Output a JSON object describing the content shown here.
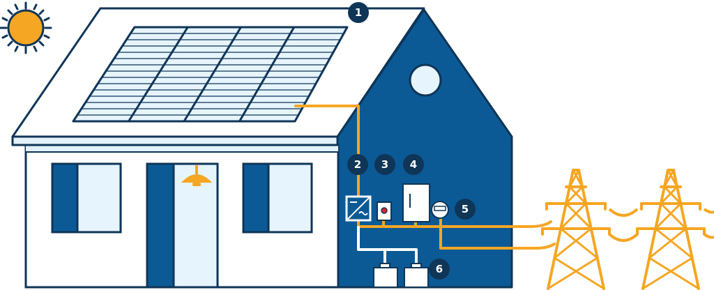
{
  "colors": {
    "navy": "#0f3557",
    "house_blue": "#0b5a96",
    "wall_light": "#e3f1fb",
    "window_light": "#e6f4fd",
    "wire_orange": "#f5a623",
    "sun_orange": "#f5a623",
    "white": "#ffffff"
  },
  "icons": {
    "sun": "sun-icon",
    "lamp": "lamp-icon",
    "inverter": "inverter-icon",
    "meter": "meter-icon",
    "pylon": "pylon-icon"
  },
  "badges": [
    "1",
    "2",
    "3",
    "4",
    "5",
    "6"
  ]
}
